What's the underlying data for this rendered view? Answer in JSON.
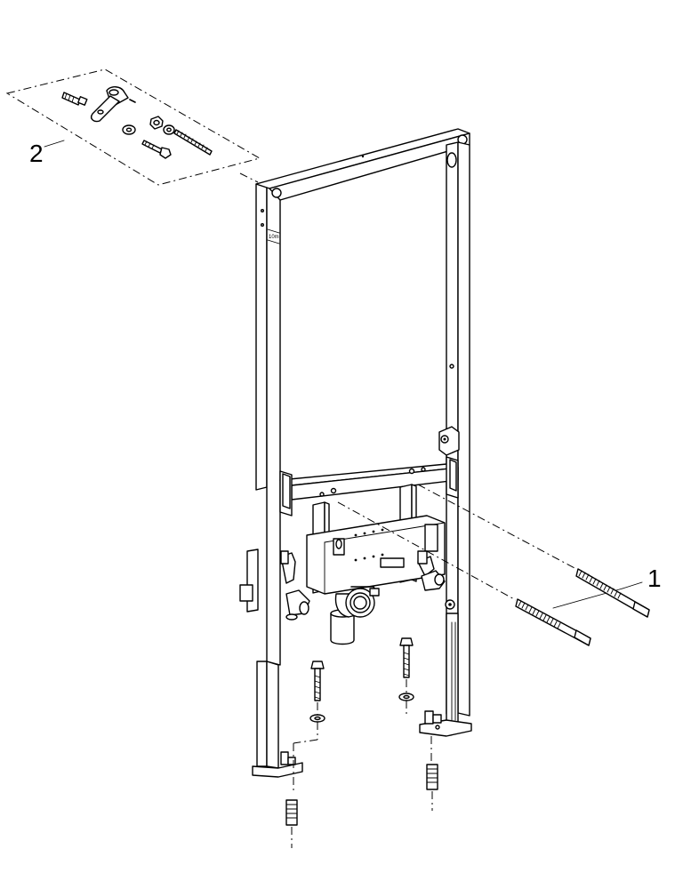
{
  "callouts": {
    "item_1": "1",
    "item_2": "2"
  },
  "frame_marking": "10m",
  "colors": {
    "line": "#000000",
    "background": "#ffffff"
  }
}
